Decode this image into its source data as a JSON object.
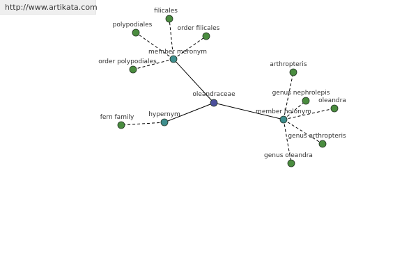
{
  "header": {
    "url": "http://www.artikata.com"
  },
  "colors": {
    "root_node": "#4b4f9c",
    "relation_node": "#3e8e8e",
    "leaf_node": "#4a8c3f",
    "node_stroke": "#233323",
    "edge": "#000000"
  },
  "graph": {
    "root": {
      "id": "oleandraceae",
      "label": "oleandraceae"
    },
    "relations": [
      {
        "id": "member-meronym",
        "label": "member meronym",
        "leaves": [
          {
            "id": "filicales",
            "label": "filicales"
          },
          {
            "id": "polypodiales",
            "label": "polypodiales"
          },
          {
            "id": "order-filicales",
            "label": "order filicales"
          },
          {
            "id": "order-polypodiales",
            "label": "order polypodiales"
          }
        ]
      },
      {
        "id": "hypernym",
        "label": "hypernym",
        "leaves": [
          {
            "id": "fern-family",
            "label": "fern family"
          }
        ]
      },
      {
        "id": "member-holonym",
        "label": "member holonym",
        "leaves": [
          {
            "id": "arthropteris",
            "label": "arthropteris"
          },
          {
            "id": "genus-nephrolepis",
            "label": "genus nephrolepis"
          },
          {
            "id": "oleandra",
            "label": "oleandra"
          },
          {
            "id": "genus-arthropteris",
            "label": "genus arthropteris"
          },
          {
            "id": "genus-oleandra",
            "label": "genus oleandra"
          }
        ]
      }
    ]
  }
}
